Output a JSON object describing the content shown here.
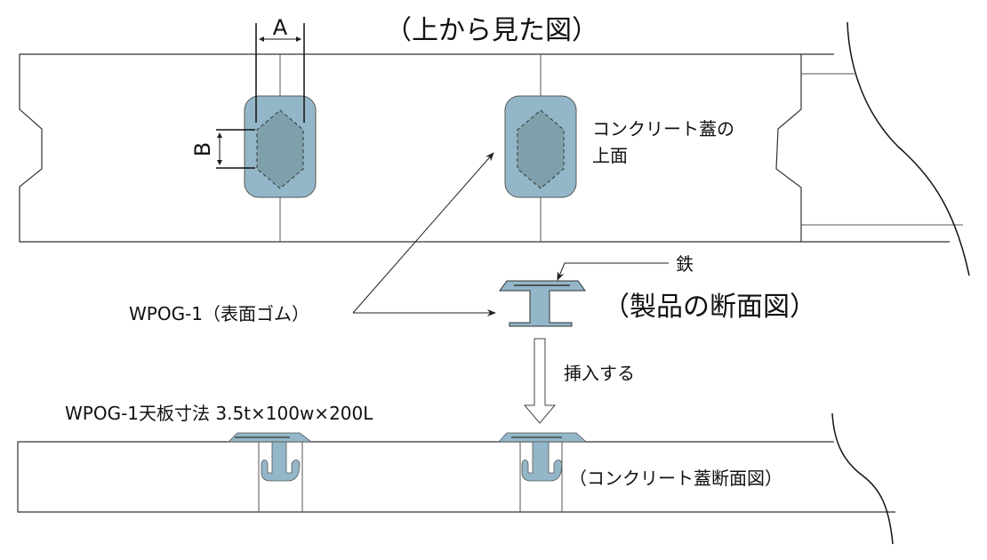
{
  "colors": {
    "rubber_light": "#93b7c8",
    "rubber_dark": "#7fa0ab",
    "line": "#333333",
    "text": "#111111"
  },
  "labels": {
    "top_view_title": "（上から見た図）",
    "dimension_a": "A",
    "dimension_b": "B",
    "concrete_lid_top_line1": "コンクリート蓋の",
    "concrete_lid_top_line2": "上面",
    "product_label": "WPOG-1（表面ゴム）",
    "iron_label": "鉄",
    "product_section_title": "（製品の断面図）",
    "insert_label": "挿入する",
    "top_plate_dims": "WPOG-1天板寸法 3.5t×100w×200L",
    "lid_section_title": "（コンクリート蓋断面図）"
  }
}
